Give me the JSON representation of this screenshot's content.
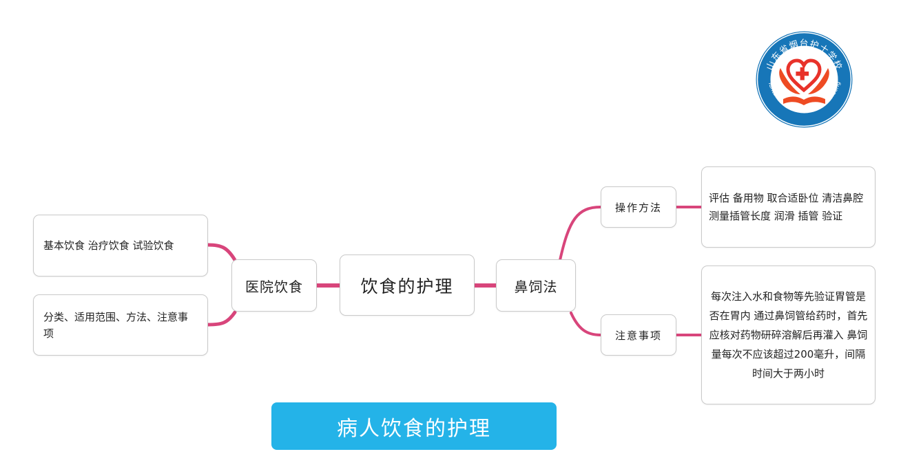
{
  "logo": {
    "top_text": "山东省烟台护士学校",
    "bottom_text": "Yantai Nurses School of Shandong",
    "colors": {
      "ring": "#1776b8",
      "emblem": "#ee4b23",
      "heart": "#e8322a"
    }
  },
  "mindmap": {
    "center": "饮食的护理",
    "left": {
      "label": "医院饮食",
      "items": [
        "基本饮食 治疗饮食 试验饮食",
        "分类、适用范围、方法、注意事项"
      ]
    },
    "right": {
      "label": "鼻饲法",
      "branches": [
        {
          "label": "操作方法",
          "detail": "评估 备用物 取合适卧位 清洁鼻腔 测量插管长度 润滑 插管 验证"
        },
        {
          "label": "注意事项",
          "detail": "每次注入水和食物等先验证胃管是否在胃内 通过鼻饲管给药时，首先应核对药物研碎溶解后再灌入 鼻饲量每次不应该超过200毫升，间隔时间大于两小时"
        }
      ]
    },
    "connector_color": "#d8457b"
  },
  "banner": {
    "text": "病人饮食的护理",
    "color": "#24b3e8"
  }
}
